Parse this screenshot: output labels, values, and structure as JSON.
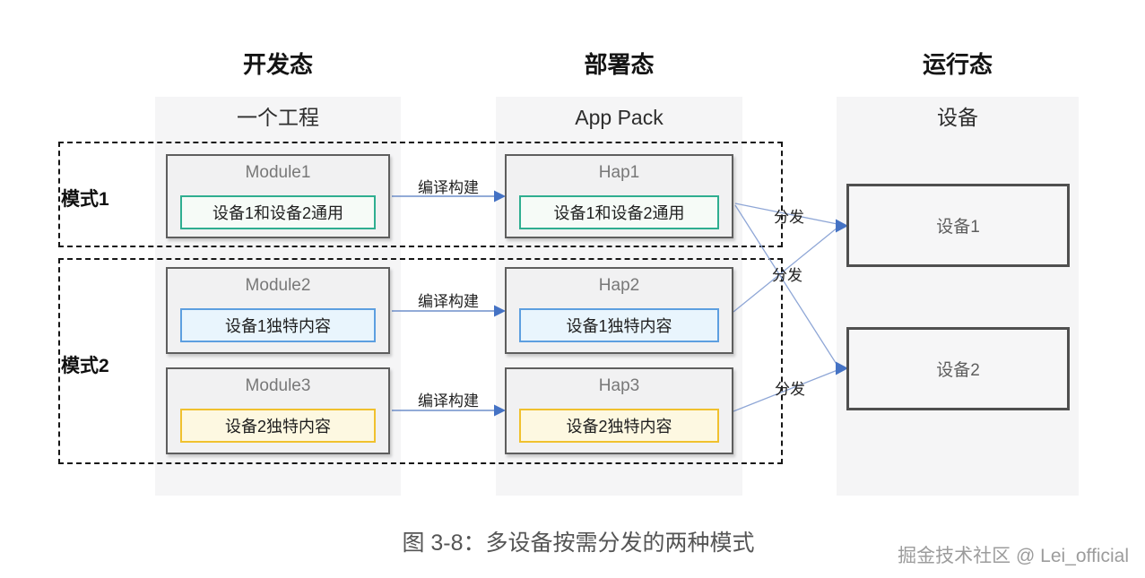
{
  "header": {
    "dev_state": "开发态",
    "deploy_state": "部署态",
    "run_state": "运行态"
  },
  "columns": {
    "project": "一个工程",
    "app_pack": "App Pack",
    "device": "设备"
  },
  "modes": {
    "mode1": "模式1",
    "mode2": "模式2"
  },
  "nodes": {
    "module1": {
      "title": "Module1",
      "content": "设备1和设备2通用"
    },
    "hap1": {
      "title": "Hap1",
      "content": "设备1和设备2通用"
    },
    "module2": {
      "title": "Module2",
      "content": "设备1独特内容"
    },
    "hap2": {
      "title": "Hap2",
      "content": "设备1独特内容"
    },
    "module3": {
      "title": "Module3",
      "content": "设备2独特内容"
    },
    "hap3": {
      "title": "Hap3",
      "content": "设备2独特内容"
    },
    "device1": "设备1",
    "device2": "设备2"
  },
  "edge_labels": {
    "build1": "编译构建",
    "build2": "编译构建",
    "build3": "编译构建",
    "dist1": "分发",
    "dist2": "分发",
    "dist3": "分发"
  },
  "caption": "图 3-8：多设备按需分发的两种模式",
  "watermark": "掘金技术社区 @ Lei_official",
  "colors": {
    "common_accent": "#2fae90",
    "device1_accent": "#5d9fe0",
    "device2_accent": "#f0c12e",
    "arrow_blue": "#4472c4",
    "column_bg": "#f5f5f6"
  }
}
